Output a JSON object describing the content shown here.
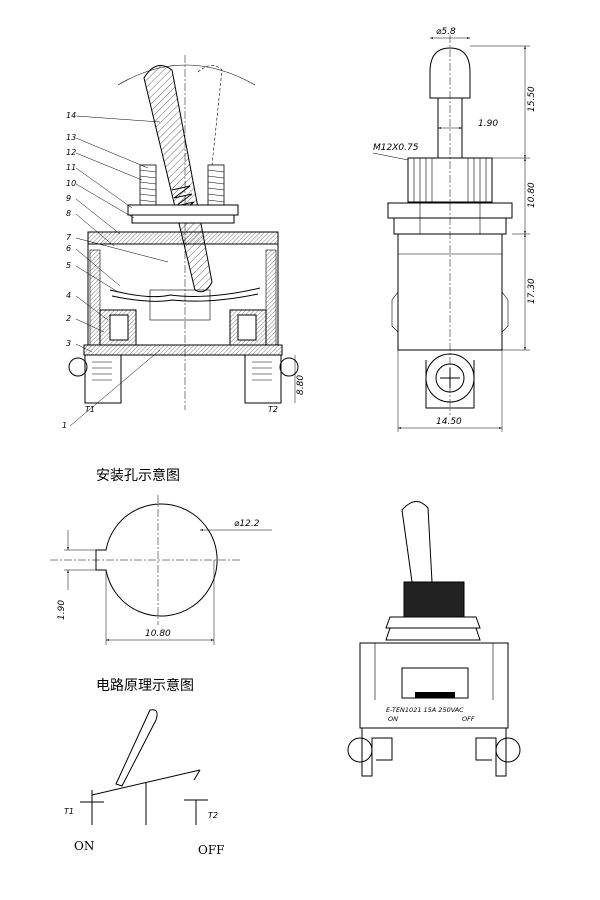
{
  "part_numbers": [
    "14",
    "13",
    "12",
    "11",
    "10",
    "9",
    "8",
    "7",
    "6",
    "5",
    "4",
    "2",
    "3",
    "1"
  ],
  "front_view": {
    "terminal_left": "T1",
    "terminal_right": "T2",
    "dim_height": "8.80"
  },
  "side_view": {
    "dim_lever_dia": "⌀5.8",
    "dim_thread": "M12X0.75",
    "dim_lever_width": "1.90",
    "dim_lever_len": "15.50",
    "dim_bushing": "10.80",
    "dim_body": "17.30",
    "dim_width": "14.50"
  },
  "mount_hole": {
    "title": "安装孔示意图",
    "dim_dia": "⌀12.2",
    "dim_key": "1.90",
    "dim_flat": "10.80"
  },
  "circuit": {
    "title": "电路原理示意图",
    "t1": "T1",
    "t2": "T2",
    "on": "ON",
    "off": "OFF"
  },
  "product_view": {
    "label_line1": "E-TEN1021  15A  250VAC",
    "label_on": "ON",
    "label_off": "OFF"
  }
}
